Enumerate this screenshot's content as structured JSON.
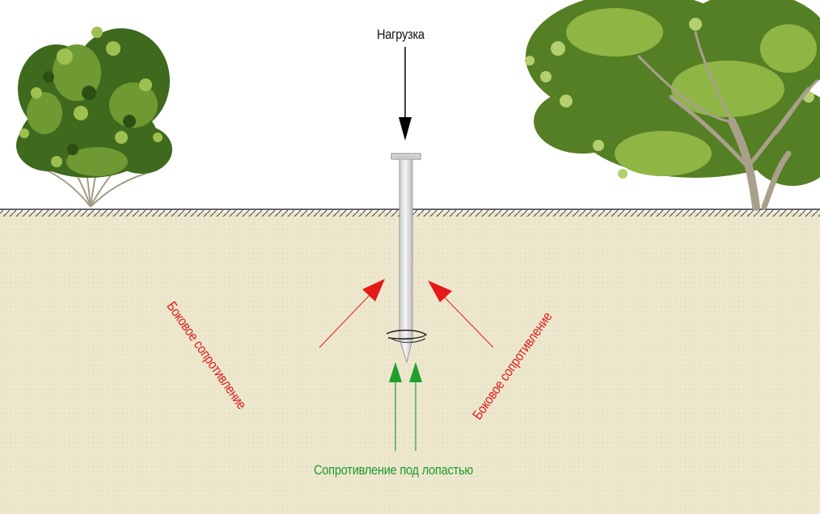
{
  "labels": {
    "load": "Нагрузка",
    "side_resistance_left": "Боковое сопротивление",
    "side_resistance_right": "Боковое сопротивление",
    "blade_resistance": "Сопротивление под лопастью"
  },
  "colors": {
    "soil": "#ece7cc",
    "ground_line": "#333333",
    "load_arrow": "#000000",
    "side_arrow": "#e61919",
    "blade_arrow": "#1fa02e",
    "pile": "#e6e6e8",
    "foliage_dark": "#3f6a1e",
    "foliage_light": "#8fb545",
    "trunk": "#a9a08c"
  },
  "icons": [
    "shrub-icon",
    "tree-icon",
    "screw-pile-icon"
  ]
}
